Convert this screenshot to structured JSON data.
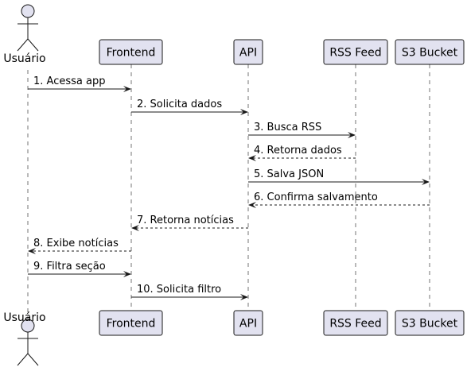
{
  "participants": [
    {
      "id": "user",
      "label": "Usuário",
      "kind": "actor"
    },
    {
      "id": "frontend",
      "label": "Frontend",
      "kind": "participant"
    },
    {
      "id": "api",
      "label": "API",
      "kind": "participant"
    },
    {
      "id": "rss",
      "label": "RSS Feed",
      "kind": "participant"
    },
    {
      "id": "s3",
      "label": "S3 Bucket",
      "kind": "participant"
    }
  ],
  "messages": [
    {
      "from": "user",
      "to": "frontend",
      "label": "1. Acessa app",
      "type": "sync"
    },
    {
      "from": "frontend",
      "to": "api",
      "label": "2. Solicita dados",
      "type": "sync"
    },
    {
      "from": "api",
      "to": "rss",
      "label": "3. Busca RSS",
      "type": "sync"
    },
    {
      "from": "rss",
      "to": "api",
      "label": "4. Retorna dados",
      "type": "return"
    },
    {
      "from": "api",
      "to": "s3",
      "label": "5. Salva JSON",
      "type": "sync"
    },
    {
      "from": "s3",
      "to": "api",
      "label": "6. Confirma salvamento",
      "type": "return"
    },
    {
      "from": "api",
      "to": "frontend",
      "label": "7. Retorna notícias",
      "type": "return"
    },
    {
      "from": "frontend",
      "to": "user",
      "label": "8. Exibe notícias",
      "type": "return"
    },
    {
      "from": "user",
      "to": "frontend",
      "label": "9. Filtra seção",
      "type": "sync"
    },
    {
      "from": "frontend",
      "to": "api",
      "label": "10. Solicita filtro",
      "type": "sync"
    }
  ],
  "colors": {
    "participant_fill": "#e2e2f0",
    "line": "#181818"
  }
}
